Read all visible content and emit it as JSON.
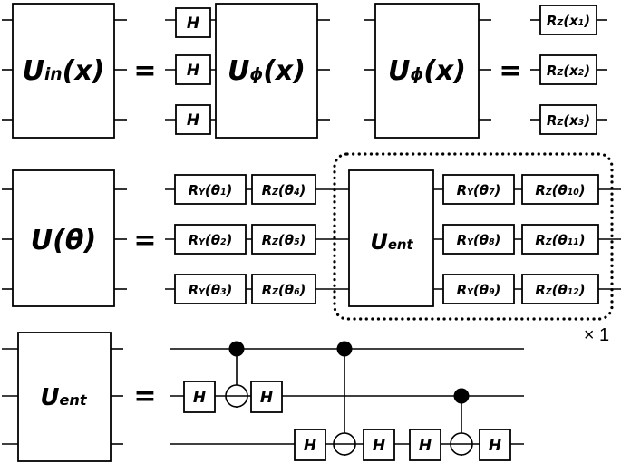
{
  "row1": {
    "lhs": {
      "main": "U",
      "sub": "in",
      "arg": "(x)"
    },
    "eq": "=",
    "h_gates": [
      "H",
      "H",
      "H"
    ],
    "uphi": {
      "main": "U",
      "sub": "ϕ",
      "arg": "(x)"
    },
    "rhs2_lhs": {
      "main": "U",
      "sub": "ϕ",
      "arg": "(x)"
    },
    "eq2": "=",
    "rz_gates": [
      {
        "op": "R",
        "axis": "Z",
        "arg_open": "(x",
        "idx": "1",
        "arg_close": ")"
      },
      {
        "op": "R",
        "axis": "Z",
        "arg_open": "(x",
        "idx": "2",
        "arg_close": ")"
      },
      {
        "op": "R",
        "axis": "Z",
        "arg_open": "(x",
        "idx": "3",
        "arg_close": ")"
      }
    ]
  },
  "row2": {
    "lhs": {
      "main": "U",
      "arg": "(θ)"
    },
    "eq": "=",
    "col1": [
      {
        "op": "R",
        "axis": "Y",
        "arg_open": "(θ",
        "idx": "1",
        "arg_close": ")"
      },
      {
        "op": "R",
        "axis": "Y",
        "arg_open": "(θ",
        "idx": "2",
        "arg_close": ")"
      },
      {
        "op": "R",
        "axis": "Y",
        "arg_open": "(θ",
        "idx": "3",
        "arg_close": ")"
      }
    ],
    "col2": [
      {
        "op": "R",
        "axis": "Z",
        "arg_open": "(θ",
        "idx": "4",
        "arg_close": ")"
      },
      {
        "op": "R",
        "axis": "Z",
        "arg_open": "(θ",
        "idx": "5",
        "arg_close": ")"
      },
      {
        "op": "R",
        "axis": "Z",
        "arg_open": "(θ",
        "idx": "6",
        "arg_close": ")"
      }
    ],
    "uent": {
      "main": "U",
      "sub": "ent"
    },
    "col3": [
      {
        "op": "R",
        "axis": "Y",
        "arg_open": "(θ",
        "idx": "7",
        "arg_close": ")"
      },
      {
        "op": "R",
        "axis": "Y",
        "arg_open": "(θ",
        "idx": "8",
        "arg_close": ")"
      },
      {
        "op": "R",
        "axis": "Y",
        "arg_open": "(θ",
        "idx": "9",
        "arg_close": ")"
      }
    ],
    "col4": [
      {
        "op": "R",
        "axis": "Z",
        "arg_open": "(θ",
        "idx": "10",
        "arg_close": ")"
      },
      {
        "op": "R",
        "axis": "Z",
        "arg_open": "(θ",
        "idx": "11",
        "arg_close": ")"
      },
      {
        "op": "R",
        "axis": "Z",
        "arg_open": "(θ",
        "idx": "12",
        "arg_close": ")"
      }
    ],
    "repeat": "× 1"
  },
  "row3": {
    "lhs": {
      "main": "U",
      "sub": "ent"
    },
    "eq": "=",
    "gate_label": "H"
  }
}
